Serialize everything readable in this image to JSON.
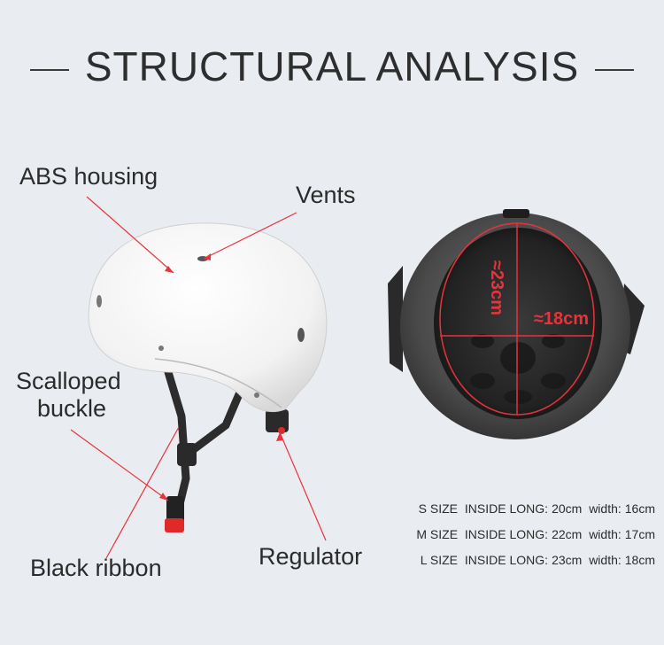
{
  "title": "STRUCTURAL ANALYSIS",
  "labels": {
    "abs_housing": "ABS housing",
    "vents": "Vents",
    "scalloped_line1": "Scalloped",
    "scalloped_line2": "buckle",
    "black_ribbon": "Black ribbon",
    "regulator": "Regulator"
  },
  "measurements": {
    "length": "≈23cm",
    "width": "≈18cm"
  },
  "sizes": [
    {
      "size": "S SIZE",
      "inside_label": "INSIDE LONG:",
      "inside": "20cm",
      "width_label": "width:",
      "width": "16cm"
    },
    {
      "size": "M SIZE",
      "inside_label": "INSIDE LONG:",
      "inside": "22cm",
      "width_label": "width:",
      "width": "17cm"
    },
    {
      "size": "L SIZE",
      "inside_label": "INSIDE LONG:",
      "inside": "23cm",
      "width_label": "width:",
      "width": "18cm"
    }
  ],
  "colors": {
    "background": "#e9edf2",
    "accent_red": "#e8333b",
    "helmet_white": "#f7f7f7",
    "shell_black": "#2a2a2a"
  }
}
